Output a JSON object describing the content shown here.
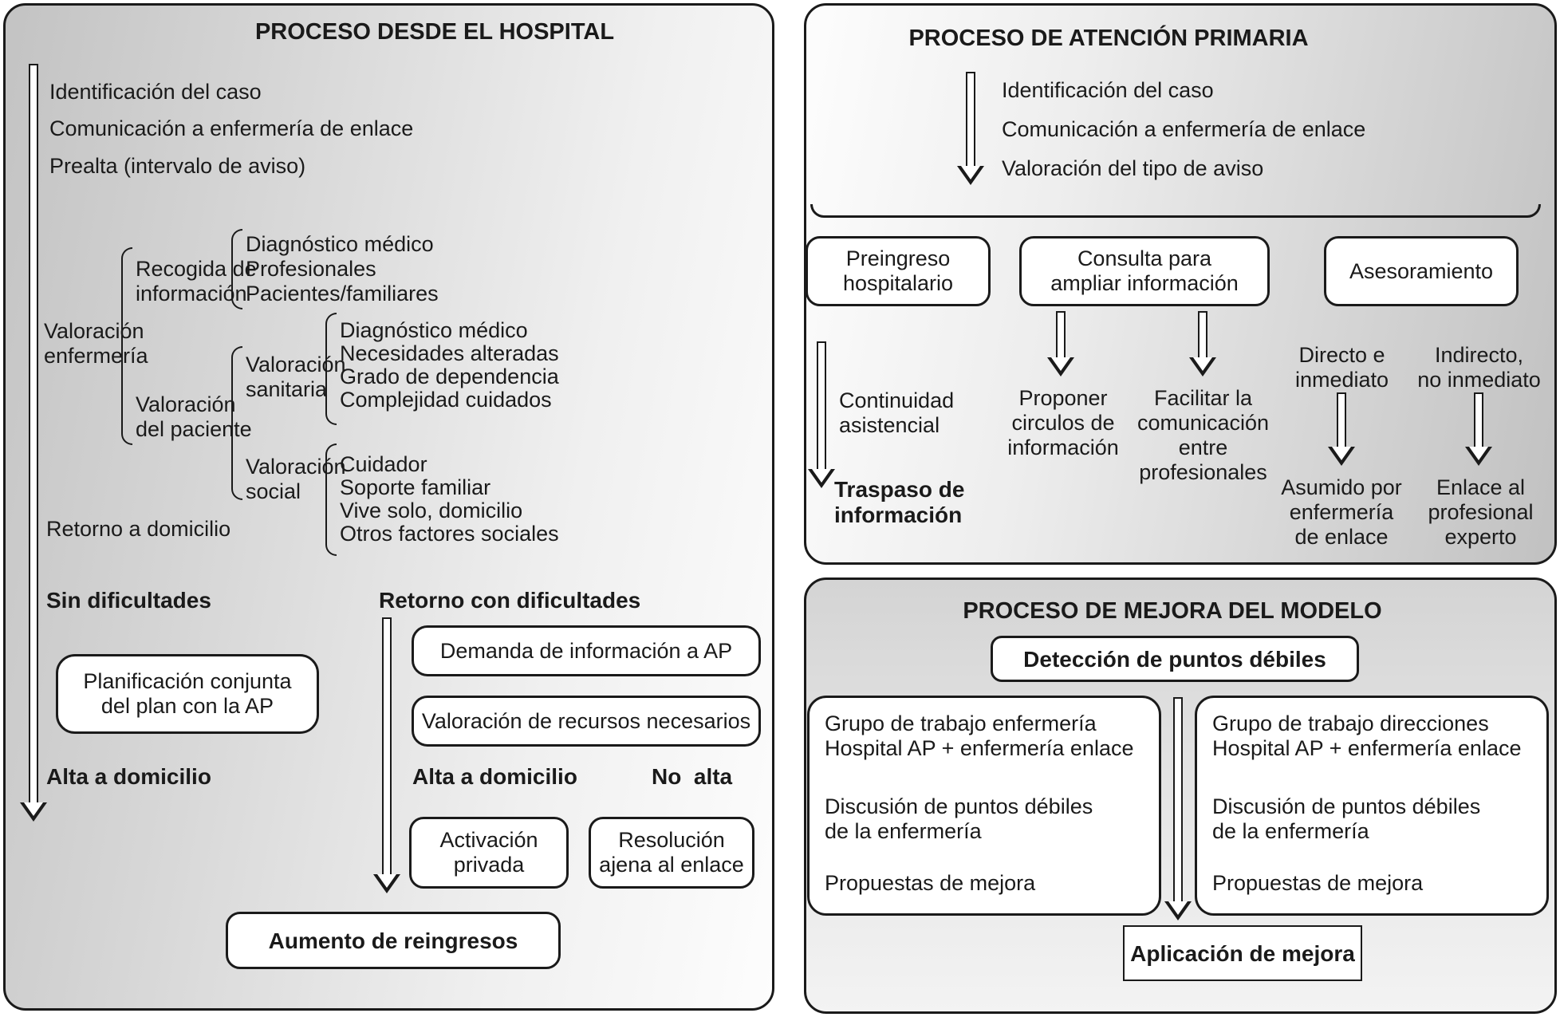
{
  "colors": {
    "line": "#1a1a1a",
    "box_fill": "#ffffff",
    "panel_grey": "#c3c3c3"
  },
  "hospital": {
    "title": "PROCESO DESDE EL HOSPITAL",
    "steps": [
      "Identificación del caso",
      "Comunicación a enfermería de enlace",
      "Prealta (intervalo de aviso)"
    ],
    "valoracion_enfermeria": "Valoración\nenfermería",
    "recogida_informacion": "Recogida de\ninformación",
    "recogida_items": "Diagnóstico médico\nProfesionales\nPacientes/familiares",
    "valoracion_paciente": "Valoración\ndel paciente",
    "valoracion_sanitaria": "Valoración\nsanitaria",
    "sanitaria_items": "Diagnóstico médico\nNecesidades alteradas\nGrado de dependencia\nComplejidad cuidados",
    "valoracion_social": "Valoración\nsocial",
    "social_items": "Cuidador\nSoporte familiar\nVive solo, domicilio\nOtros factores sociales",
    "retorno_a_domicilio": "Retorno a domicilio",
    "sin_dificultades": "Sin dificultades",
    "retorno_con_dificultades": "Retorno con dificultades",
    "planificacion_box": "Planificación conjunta\ndel plan con la AP",
    "demanda_box": "Demanda de información a AP",
    "recursos_box": "Valoración de recursos necesarios",
    "alta_domicilio_izq": "Alta a domicilio",
    "alta_domicilio_der": "Alta a domicilio",
    "no_alta": "No  alta",
    "activacion_box": "Activación\nprivada",
    "resolucion_box": "Resolución\najena al enlace",
    "aumento_box": "Aumento de reingresos"
  },
  "atencion_primaria": {
    "title": "PROCESO DE ATENCIÓN PRIMARIA",
    "steps": [
      "Identificación del caso",
      "Comunicación a enfermería de enlace",
      "Valoración del tipo de aviso"
    ],
    "preingreso_box": "Preingreso\nhospitalario",
    "consulta_box": "Consulta para\nampliar información",
    "asesoramiento_box": "Asesoramiento",
    "continuidad": "Continuidad\nasistencial",
    "traspaso": "Traspaso de\ninformación",
    "proponer": "Proponer\ncirculos de\ninformación",
    "facilitar": "Facilitar la\ncomunicación\nentre\nprofesionales",
    "directo": "Directo e\ninmediato",
    "indirecto": "Indirecto,\nno inmediato",
    "asumido": "Asumido por\nenfermería\nde enlace",
    "enlace": "Enlace al\nprofesional\nexperto"
  },
  "mejora": {
    "title": "PROCESO DE MEJORA DEL MODELO",
    "deteccion_box": "Detección de puntos débiles",
    "grupos": [
      {
        "header": "Grupo de trabajo enfermería\nHospital AP + enfermería enlace",
        "discusion": "Discusión de puntos débiles\nde la enfermería",
        "propuestas": "Propuestas de mejora"
      },
      {
        "header": "Grupo de trabajo direcciones\nHospital AP + enfermería enlace",
        "discusion": "Discusión de puntos débiles\nde la enfermería",
        "propuestas": "Propuestas de mejora"
      }
    ],
    "aplicacion_box": "Aplicación de mejora"
  }
}
